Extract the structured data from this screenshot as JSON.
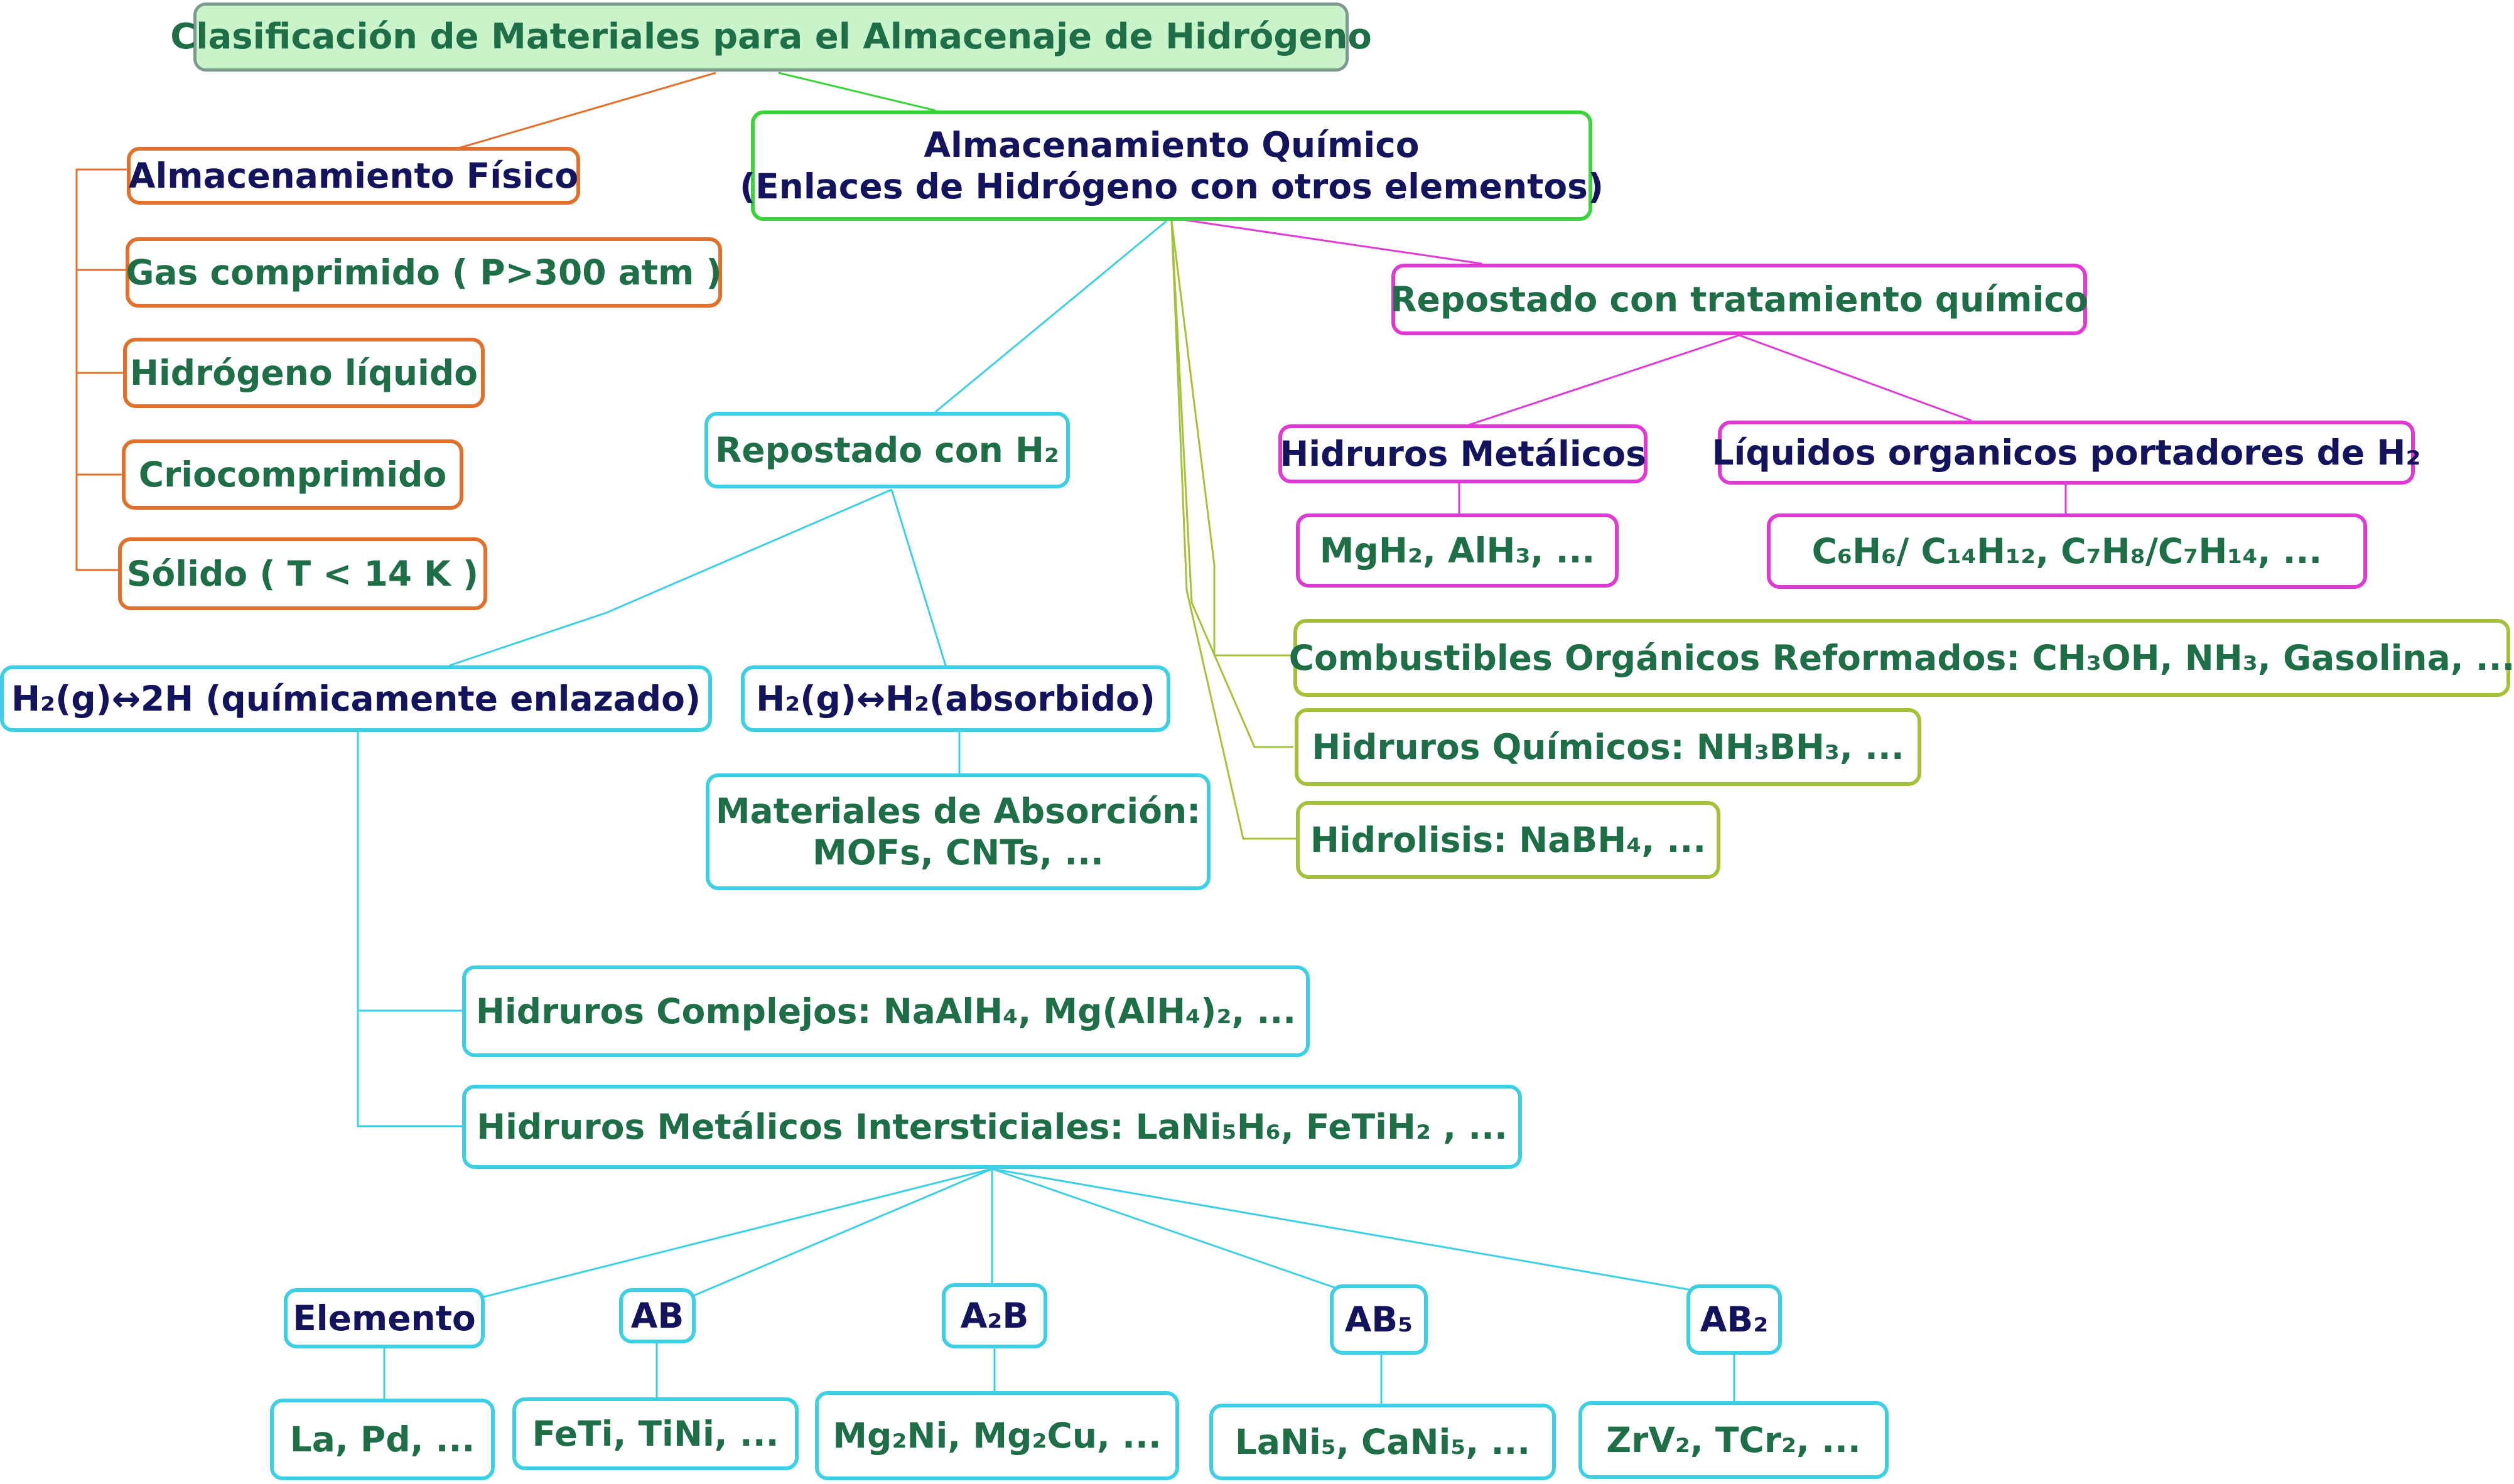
{
  "root": {
    "title": "Clasificación de Materiales para el Almacenaje de Hidrógeno"
  },
  "fisico": {
    "title": "Almacenamiento Físico",
    "items": [
      "Gas comprimido ( P>300 atm )",
      "Hidrógeno líquido",
      "Criocomprimido",
      "Sólido ( T < 14 K )"
    ]
  },
  "quimico": {
    "title_line1": "Almacenamiento Químico",
    "title_line2": "(Enlaces de Hidrógeno con otros elementos)"
  },
  "repostado_tratamiento": {
    "title": "Repostado con tratamiento químico",
    "hidruros_metalicos": {
      "title": "Hidruros Metálicos",
      "examples": "MgH₂, AlH₃, ..."
    },
    "liquidos_organicos": {
      "title": "Líquidos organicos portadores de H₂",
      "examples": "C₆H₆/ C₁₄H₁₂, C₇H₈/C₇H₁₄, ..."
    }
  },
  "otros_quimicos": [
    "Combustibles Orgánicos Reformados: CH₃OH, NH₃, Gasolina, ...",
    "Hidruros Químicos: NH₃BH₃, ...",
    "Hidrolisis: NaBH₄, ..."
  ],
  "repostado_h2": {
    "title": "Repostado con H₂",
    "quimicamente": "H₂(g)↔2H (químicamente enlazado)",
    "absorbido": "H₂(g)↔H₂(absorbido)",
    "materiales_absorcion_line1": "Materiales de Absorción:",
    "materiales_absorcion_line2": "MOFs, CNTs, ...",
    "hidruros_complejos": "Hidruros Complejos: NaAlH₄, Mg(AlH₄)₂, ...",
    "hidruros_intersticiales": "Hidruros Metálicos Intersticiales: LaNi₅H₆, FeTiH₂ , ..."
  },
  "tipos": [
    {
      "label": "Elemento",
      "examples": "La, Pd, ..."
    },
    {
      "label": "AB",
      "examples": "FeTi, TiNi, ..."
    },
    {
      "label": "A₂B",
      "examples": "Mg₂Ni, Mg₂Cu, ..."
    },
    {
      "label": "AB₅",
      "examples": "LaNi₅, CaNi₅, ..."
    },
    {
      "label": "AB₂",
      "examples": "ZrV₂, TCr₂, ..."
    }
  ],
  "colors": {
    "root_border": "#7d9a8f",
    "root_fill": "#c9f3c9",
    "fisico": "#e0702a",
    "quimico": "#3ad43a",
    "tratamiento": "#e03ad4",
    "repostado_h2": "#3dcfe4",
    "otros": "#a3c23a",
    "text_dark": "#14145e",
    "text_green": "#1e6e48"
  }
}
